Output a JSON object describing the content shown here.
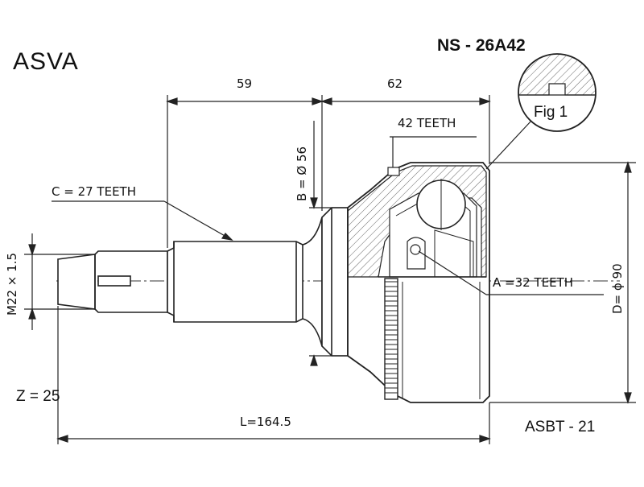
{
  "brand": "ASVA",
  "part_number": "NS - 26A42",
  "fig_label": "Fig 1",
  "dimensions": {
    "length_a": "59",
    "length_b": "62",
    "outer_teeth": "42 TEETH",
    "bore": "B = Ø 56",
    "spline_c": "C = 27 TEETH",
    "thread": "M22 × 1.5",
    "spline_a": "A =32 TEETH",
    "diameter": "D= ϕ 90",
    "total_length": "L=164.5"
  },
  "z_count": "Z = 25",
  "reference": "ASBT - 21",
  "colors": {
    "line": "#222222",
    "hatch": "#555555",
    "background": "#ffffff"
  }
}
